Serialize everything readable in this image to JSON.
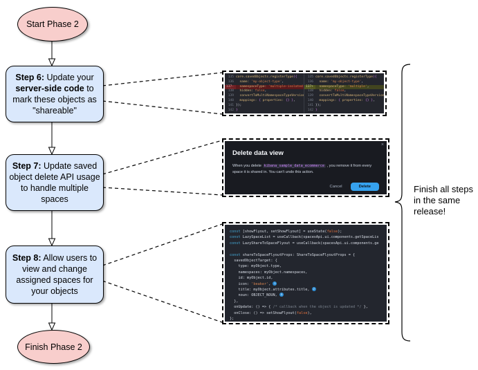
{
  "flowchart": {
    "start_label": "Start Phase 2",
    "finish_label": "Finish Phase 2",
    "steps": [
      {
        "parts": [
          "Step 6:",
          " Update your ",
          "server-side code",
          " to mark these objects as \"shareable\""
        ]
      },
      {
        "parts": [
          "Step 7:",
          " Update saved object delete API usage to handle multiple spaces"
        ]
      },
      {
        "parts": [
          "Step 8:",
          " Allow users to view and change assigned spaces for your objects"
        ]
      }
    ],
    "note": "Finish all steps in the same release!"
  },
  "diff_panel": {
    "gutter_left": [
      "135",
      "136",
      "137-",
      "138",
      "139",
      "140",
      "141",
      "142"
    ],
    "gutter_right": [
      "135",
      "136",
      "137+",
      "138",
      "139",
      "140",
      "141",
      "142"
    ],
    "highlight_index": 2,
    "left_lines": [
      [
        [
          "f",
          "core.savedObjects.registerType"
        ],
        [
          "pu",
          "({"
        ]
      ],
      [
        [
          "f",
          "  name: "
        ],
        [
          "s",
          "'my-object-type'"
        ],
        [
          "p",
          ","
        ]
      ],
      [
        [
          "f",
          "  namespaceType: "
        ],
        [
          "s",
          "'multiple-isolated'"
        ],
        [
          "p",
          ","
        ]
      ],
      [
        [
          "f",
          "  hidden: "
        ],
        [
          "b",
          "false"
        ],
        [
          "p",
          ","
        ]
      ],
      [
        [
          "f",
          "  convertToMultiNamespaceTypeVersion: "
        ],
        [
          "s",
          "'"
        ]
      ],
      [
        [
          "f",
          "  mappings: "
        ],
        [
          "pu",
          "{ "
        ],
        [
          "f",
          "properties: "
        ],
        [
          "pu",
          "{} }"
        ],
        [
          "p",
          ","
        ]
      ],
      [
        [
          "p",
          "});"
        ]
      ],
      [
        [
          "pu",
          "}"
        ]
      ]
    ],
    "right_lines": [
      [
        [
          "f",
          "core.savedObjects.registerType"
        ],
        [
          "pu",
          "({"
        ]
      ],
      [
        [
          "f",
          "  name: "
        ],
        [
          "s",
          "'my-object-type'"
        ],
        [
          "p",
          ","
        ]
      ],
      [
        [
          "f",
          "  namespaceType: "
        ],
        [
          "s",
          "'multiple'"
        ],
        [
          "p",
          ","
        ]
      ],
      [
        [
          "f",
          "  hidden: "
        ],
        [
          "b",
          "false"
        ],
        [
          "p",
          ","
        ]
      ],
      [
        [
          "f",
          "  convertToMultiNamespaceTypeVersion: "
        ],
        [
          "s",
          "'"
        ]
      ],
      [
        [
          "f",
          "  mappings: "
        ],
        [
          "pu",
          "{ "
        ],
        [
          "f",
          "properties: "
        ],
        [
          "pu",
          "{} }"
        ],
        [
          "p",
          ","
        ]
      ],
      [
        [
          "p",
          "});"
        ]
      ],
      [
        [
          "pu",
          "}"
        ]
      ]
    ]
  },
  "dialog": {
    "title": "Delete data view",
    "body_before": "When you delete ",
    "code_chip": "kibana_sample_data_ecommerce",
    "body_after": " , you remove it from every space it is shared in. You can't undo this action.",
    "cancel_label": "Cancel",
    "delete_label": "Delete",
    "close_glyph": "×"
  },
  "flyout_code_panel": {
    "lines": [
      [
        [
          "k",
          "const"
        ],
        [
          "p",
          " [showFlyout, setShowFlyout] = useState("
        ],
        [
          "b",
          "false"
        ],
        [
          "p",
          ");"
        ]
      ],
      [
        [
          "k",
          "const"
        ],
        [
          "p",
          " LazySpaceList = useCallback(spacesApi.ui.components.getSpaceLis"
        ]
      ],
      [
        [
          "k",
          "const"
        ],
        [
          "p",
          " LazyShareToSpaceFlyout = useCallback(spacesApi.ui.components.ge"
        ]
      ],
      [
        [
          "p",
          " "
        ]
      ],
      [
        [
          "k",
          "const"
        ],
        [
          "p",
          " shareToSpaceFlyoutProps: ShareToSpaceFlyoutProps = {"
        ]
      ],
      [
        [
          "p",
          "  savedObjectTarget: {"
        ]
      ],
      [
        [
          "p",
          "    type: myObject.type,"
        ]
      ],
      [
        [
          "p",
          "    namespaces: myObject.namespaces,"
        ]
      ],
      [
        [
          "p",
          "    id: myObject.id,"
        ]
      ],
      [
        [
          "p",
          "    icon: "
        ],
        [
          "s",
          "'beaker'"
        ],
        [
          "p",
          ", "
        ],
        [
          "m",
          "1"
        ]
      ],
      [
        [
          "p",
          "    title: myObject.attributes.title, "
        ],
        [
          "m",
          "2"
        ]
      ],
      [
        [
          "p",
          "    noun: OBJECT_NOUN, "
        ],
        [
          "m",
          "3"
        ]
      ],
      [
        [
          "p",
          "  },"
        ]
      ],
      [
        [
          "p",
          "  onUpdate: () => { "
        ],
        [
          "c",
          "/* callback when the object is updated */"
        ],
        [
          "p",
          " },"
        ]
      ],
      [
        [
          "p",
          "  onClose: () => setShowFlyout("
        ],
        [
          "b",
          "false"
        ],
        [
          "p",
          "),"
        ]
      ],
      [
        [
          "p",
          "};"
        ]
      ]
    ]
  },
  "colors": {
    "node_pink": "#f8cecc",
    "node_blue": "#dae8fc",
    "diff_removed_bg": "#58191c",
    "diff_added_bg": "#42451f",
    "dialog_bg": "#191b21",
    "primary_button": "#36a2ef",
    "code_chip_text": "#cf86ff",
    "marker_blue": "#2f8fd6"
  }
}
